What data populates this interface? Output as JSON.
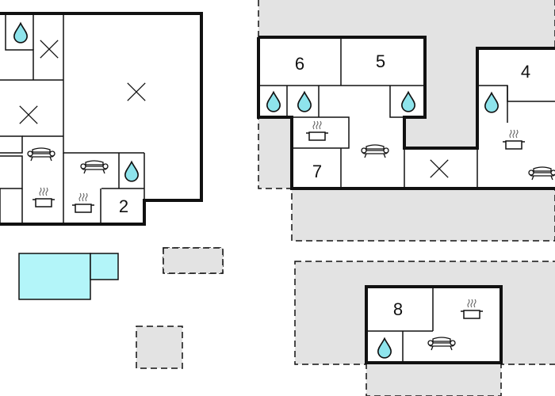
{
  "colors": {
    "wall": "#111111",
    "grey_area": "#e3e3e3",
    "pool": "#b3f5f9",
    "water_drop": "#8ee4ec",
    "background": "#ffffff"
  },
  "room_numbers": {
    "room_2": "2",
    "room_4": "4",
    "room_5": "5",
    "room_6": "6",
    "room_7": "7",
    "room_8": "8"
  },
  "icon_types": [
    "water-drop-icon",
    "bed-cross-icon",
    "sofa-icon",
    "cooking-pot-icon"
  ]
}
